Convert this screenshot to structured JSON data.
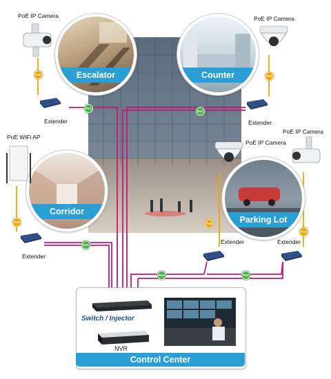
{
  "cameras": {
    "top_left": "PoE IP Camera",
    "top_right": "PoE IP Camera",
    "mid_right": "PoE IP Camera",
    "parking": "PoE IP Camera"
  },
  "wifi_ap": "PoE WiFi AP",
  "extenders": {
    "top_left": "Extender",
    "top_right": "Extender",
    "mid_left": "Extender",
    "mid_center": "Extender",
    "mid_right": "Extender"
  },
  "locations": {
    "escalator": "Escalator",
    "counter": "Counter",
    "corridor": "Corridor",
    "parking_lot": "Parking Lot"
  },
  "badges": {
    "poe": "PoE",
    "poc": "PoC"
  },
  "devices": {
    "switch": "Switch / Injector",
    "nvr": "NVR"
  },
  "control_center": "Control Center",
  "colors": {
    "cable_pink": "#c2187a",
    "cable_orange": "#f4a400",
    "banner_blue": "#2a9fd6",
    "poe_badge": "#f4a400",
    "poc_badge": "#4db34a"
  }
}
